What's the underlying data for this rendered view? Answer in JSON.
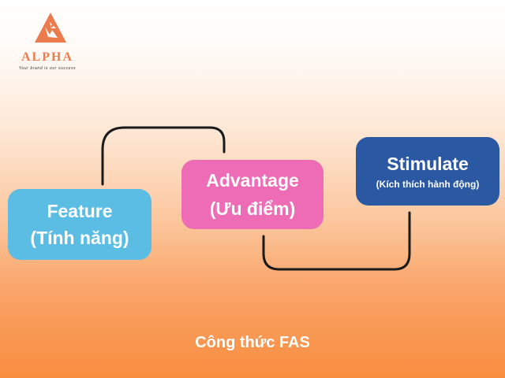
{
  "logo": {
    "icon": "fox-head-triangle-icon",
    "name": "ALPHA",
    "tagline": "Your brand is our success"
  },
  "diagram": {
    "nodes": [
      {
        "id": "feature",
        "title": "Feature",
        "subtitle": "(Tính năng)",
        "color": "#5bbde3"
      },
      {
        "id": "advantage",
        "title": "Advantage",
        "subtitle": "(Ưu điểm)",
        "color": "#ee6bb5"
      },
      {
        "id": "stimulate",
        "title": "Stimulate",
        "subtitle": "(Kích thích hành động)",
        "color": "#2b58a3"
      }
    ],
    "edges": [
      {
        "from": "feature",
        "to": "advantage"
      },
      {
        "from": "advantage",
        "to": "stimulate"
      }
    ],
    "connector_color": "#1a1a1a"
  },
  "caption": "Công thức FAS",
  "colors": {
    "brand": "#ec7b4d",
    "background_top": "#ffffff",
    "background_bottom": "#f88d3f"
  }
}
